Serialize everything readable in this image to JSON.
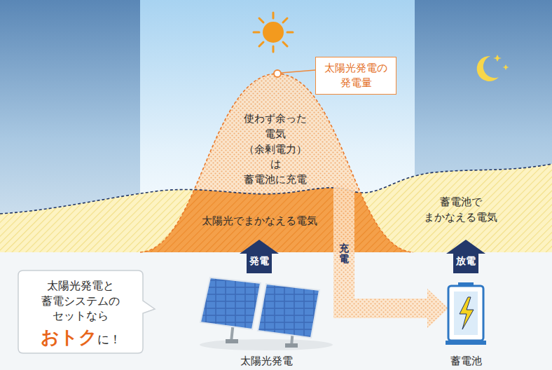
{
  "diagram": {
    "nodes": [
      {
        "text": [
          "太陽光発電の 発電量"
        ]
      },
      {
        "text": [
          "発電"
        ]
      },
      {
        "text": [
          "放電"
        ]
      },
      {
        "text": [
          "太陽光発電"
        ]
      },
      {
        "text": [
          "蓄電池"
        ]
      },
      {
        "text": [
          "太陽光発電と 蓄電システムの セットなら",
          "おトク",
          "に！"
        ]
      }
    ],
    "labels": [
      "使わず余った 電気（余剰電力）は 蓄電池に充電",
      "太陽光でまかなえる電気",
      "蓄電池で まかなえる電気",
      "充電"
    ]
  }
}
